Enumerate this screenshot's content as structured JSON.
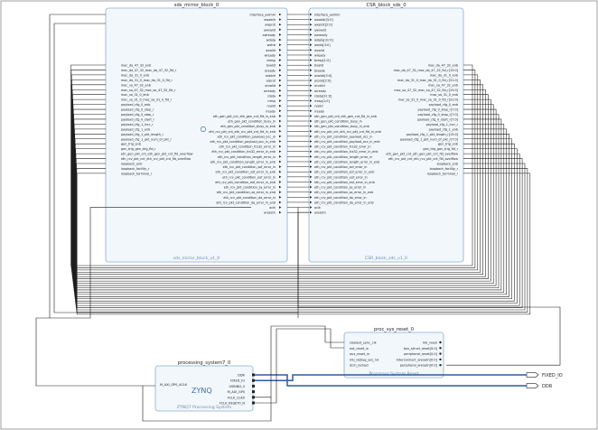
{
  "blocks": {
    "mirror": {
      "title": "sds_mirror_block_0",
      "caption": "sds_mirror_block_v1_0",
      "right_ports": [
        "interface_aximm",
        "awaddr",
        "awprot",
        "awvalid",
        "awready",
        "wdata",
        "wstrb",
        "wvalid",
        "wready",
        "bresp",
        "bvalid",
        "bready",
        "araddr",
        "arprot",
        "arvalid",
        "arready",
        "rdata",
        "rresp",
        "rvalid",
        "rready",
        "eth_gen_pkt_cnt_eth_gen_cnt_fld_in_enb",
        "eth_gen_pkt_condition_busy_in",
        "eth_gen_pkt_condition_busy_in_enb",
        "eth_rcv_pkt_cnt_eth_rcv_pkt_cnt_fld_in_enb",
        "eth_rcv_pkt_condition_payload_occ_in",
        "eth_rcv_pkt_condition_payload_occ_in_enb",
        "eth_rcv_pkt_condition_fcs32_error_in",
        "eth_rcv_pkt_condition_fcs32_error_in_enb",
        "eth_rcv_pkt_condition_length_error_in",
        "eth_rcv_pkt_condition_length_error_in_enb",
        "eth_rcv_pkt_condition_sof_error_in",
        "eth_rcv_pkt_condition_sof_error_in_enb",
        "eth_rcv_pkt_condition_eof_error_in",
        "eth_rcv_pkt_condition_eof_error_in_enb",
        "eth_rcv_pkt_condition_sa_error_in",
        "eth_rcv_pkt_condition_sa_error_in_enb",
        "eth_rcv_pkt_condition_da_error_in",
        "eth_rcv_pkt_condition_da_error_in_enb",
        "aclk",
        "aresetn"
      ],
      "left_ports": [
        "mac_da_47_32_enb",
        "mac_da_47_32_mac_da_47_32_fld_r",
        "mac_da_31_0_enb",
        "mac_da_31_0_mac_da_31_0_fld_r",
        "mac_sa_47_32_enb",
        "mac_sa_47_32_mac_sa_47_32_fld_r",
        "mac_sa_31_0_enb",
        "mac_sa_31_0_mac_sa_31_0_fld_r",
        "payload_cfg_0_enb",
        "payload_cfg_0_step_r",
        "payload_cfg_0_stop_r",
        "payload_cfg_0_start_r",
        "payload_cfg_1_incr_r",
        "payload_cfg_1_enb",
        "payload_cfg_1_pkt_length_r",
        "payload_cfg_1_pkt_num_of_pkt_r",
        "gen_trig_enb",
        "gen_trig_gen_trig_fld_r",
        "eth_gen_pkt_cnt_eth_gen_pkt_cnt_fld_overflow",
        "eth_rcv_pkt_cnt_eth_rcv_pkt_cnt_fld_overflow",
        "loopback_enb",
        "loopback_facility_r",
        "loopback_terminal_r"
      ]
    },
    "csr": {
      "title": "CSR_block_sds_0",
      "caption": "CSR_block_sds_v1_0",
      "left_ports": [
        "interface_aximm",
        "awaddr[5:0]",
        "awprot[2:0]",
        "awvalid",
        "awready",
        "wdata[31:0]",
        "wstrb[3:0]",
        "wvalid",
        "wready",
        "bresp[1:0]",
        "bvalid",
        "bready",
        "araddr[5:0]",
        "arprot[2:0]",
        "arvalid",
        "arready",
        "rdata[31:0]",
        "rresp[1:0]",
        "rvalid",
        "rready",
        "eth_gen_pkt_cnt_eth_gen_cnt_fld_in_enb",
        "eth_gen_pkt_condition_busy_in",
        "eth_gen_pkt_condition_busy_in_enb",
        "eth_rcv_pkt_cnt_eth_rcv_pkt_cnt_fld_in_enb",
        "eth_rcv_pkt_condition_payload_occ_in",
        "eth_rcv_pkt_condition_payload_occ_in_enb",
        "eth_rcv_pkt_condition_fcs32_error_in",
        "eth_rcv_pkt_condition_fcs32_error_in_enb",
        "eth_rcv_pkt_condition_length_error_in",
        "eth_rcv_pkt_condition_length_error_in_enb",
        "eth_rcv_pkt_condition_sof_error_in",
        "eth_rcv_pkt_condition_sof_error_in_enb",
        "eth_rcv_pkt_condition_eof_error_in",
        "eth_rcv_pkt_condition_eof_error_in_enb",
        "eth_rcv_pkt_condition_sa_error_in",
        "eth_rcv_pkt_condition_sa_error_in_enb",
        "eth_rcv_pkt_condition_da_error_in",
        "eth_rcv_pkt_condition_da_error_in_enb",
        "aclk",
        "aresetn"
      ],
      "right_ports": [
        "mac_da_47_32_enb",
        "mac_da_47_32_mac_da_47_32_fld_r[15:0]",
        "mac_da_31_0_enb",
        "mac_da_31_0_mac_da_31_0_fld_r[31:0]",
        "mac_sa_47_32_enb",
        "mac_sa_47_32_mac_sa_47_32_fld_r[15:0]",
        "mac_sa_31_0_enb",
        "mac_sa_31_0_mac_sa_31_0_fld_r[31:0]",
        "payload_cfg_0_enb",
        "payload_cfg_0_step_r[7:0]",
        "payload_cfg_0_stop_r[7:0]",
        "payload_cfg_0_start_r[7:0]",
        "payload_cfg_1_incr_r",
        "payload_cfg_1_enb",
        "payload_cfg_1_pkt_length_r[15:0]",
        "payload_cfg_1_pkt_num_of_pkt_r[7:0]",
        "gen_trig_enb",
        "gen_trig_gen_trig_fld_r",
        "eth_gen_pkt_cnt_eth_gen_pkt_cnt_fld_overflow",
        "eth_rcv_pkt_cnt_eth_rcv_pkt_cnt_fld_overflow",
        "loopback_enb",
        "loopback_facility_r",
        "loopback_terminal_r"
      ]
    },
    "reset": {
      "title": "proc_sys_reset_0",
      "caption": "Processor System Reset",
      "left_ports": [
        "slowest_sync_clk",
        "ext_reset_in",
        "aux_reset_in",
        "mb_debug_sys_rst",
        "dcm_locked"
      ],
      "right_ports": [
        "mb_reset",
        "bus_struct_reset[0:0]",
        "peripheral_reset[0:0]",
        "interconnect_aresetn[0:0]",
        "peripheral_aresetn[0:0]"
      ]
    },
    "ps": {
      "title": "processing_system7_0",
      "caption": "ZYNQ7 Processing System",
      "logo": "ZYNQ",
      "left_ports": [
        "M_AXI_GP0_ACLK"
      ],
      "right_ports": [
        "DDR",
        "FIXED_IO",
        "USBIND_0",
        "M_AXI_GP0",
        "FCLK_CLK0",
        "FCLK_RESET0_N"
      ]
    }
  },
  "external_ports": [
    "FIXED_IO",
    "DDR"
  ],
  "colors": {
    "block_fill": "#f2f7fc",
    "block_border": "#8aaed0",
    "caption": "#6d8fb4",
    "wire": "#1a1a1a",
    "bus_wire": "#2b5d9c",
    "frame": "#8a8a8a"
  }
}
